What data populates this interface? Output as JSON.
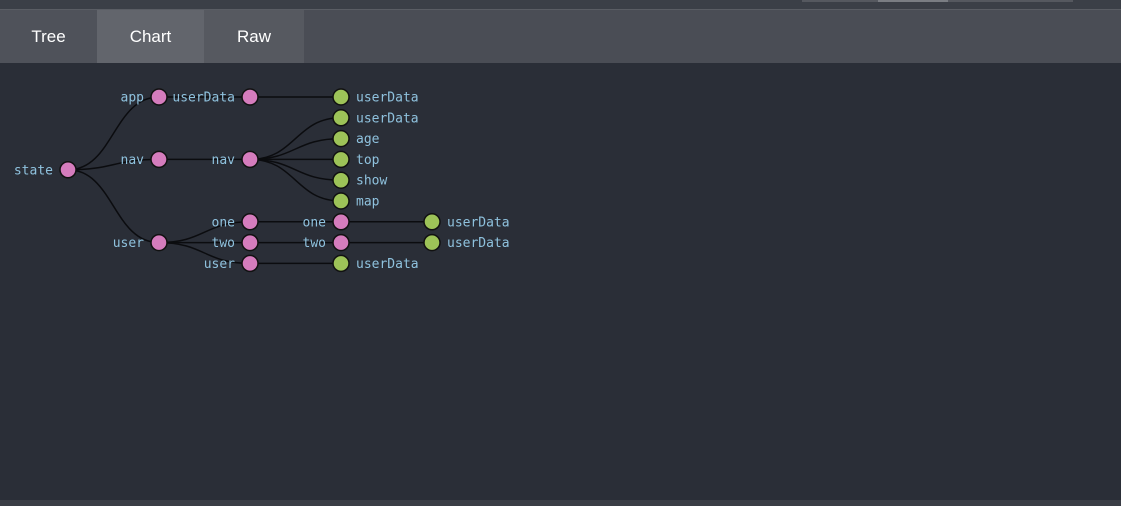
{
  "tabs": [
    {
      "label": "Tree",
      "active": false
    },
    {
      "label": "Chart",
      "active": true
    },
    {
      "label": "Raw",
      "active": false
    }
  ],
  "colors": {
    "background": "#2a2e37",
    "tabbar": "#4a4d55",
    "tab_active": "#62656c",
    "branch_node": "#d57cbd",
    "leaf_node": "#9dc358",
    "label": "#8fc2de"
  },
  "tree": {
    "name": "state",
    "children": [
      {
        "name": "app",
        "children": [
          {
            "name": "userData",
            "children": [
              {
                "name": "userData"
              }
            ]
          }
        ]
      },
      {
        "name": "nav",
        "children": [
          {
            "name": "nav",
            "children": [
              {
                "name": "userData"
              },
              {
                "name": "age"
              },
              {
                "name": "top"
              },
              {
                "name": "show"
              },
              {
                "name": "map"
              }
            ]
          }
        ]
      },
      {
        "name": "user",
        "children": [
          {
            "name": "one",
            "children": [
              {
                "name": "one",
                "children": [
                  {
                    "name": "userData"
                  }
                ]
              }
            ]
          },
          {
            "name": "two",
            "children": [
              {
                "name": "two",
                "children": [
                  {
                    "name": "userData"
                  }
                ]
              }
            ]
          },
          {
            "name": "user",
            "children": [
              {
                "name": "userData"
              }
            ]
          }
        ]
      }
    ]
  }
}
